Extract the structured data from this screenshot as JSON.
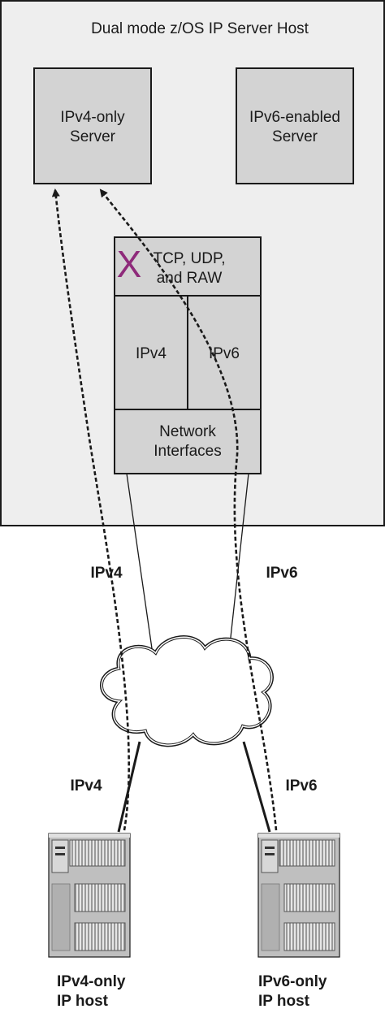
{
  "host": {
    "title": "Dual mode z/OS IP Server Host",
    "ipv4_server": [
      "IPv4-only",
      "Server"
    ],
    "ipv6_server": [
      "IPv6-enabled",
      "Server"
    ]
  },
  "stack": {
    "transport": [
      "TCP, UDP,",
      "and RAW"
    ],
    "blocked_mark": "X",
    "ipv4_layer": "IPv4",
    "ipv6_layer": "IPv6",
    "network": [
      "Network",
      "Interfaces"
    ]
  },
  "links": {
    "upper_left": "IPv4",
    "upper_right": "IPv6",
    "lower_left": "IPv4",
    "lower_right": "IPv6"
  },
  "clients": {
    "left": [
      "IPv4-only",
      "IP host"
    ],
    "right": [
      "IPv6-only",
      "IP host"
    ]
  },
  "colors": {
    "host_fill": "#eeeeee",
    "box_fill": "#d3d3d3",
    "x_mark": "#8e2a7a",
    "line": "#1a1a1a"
  }
}
